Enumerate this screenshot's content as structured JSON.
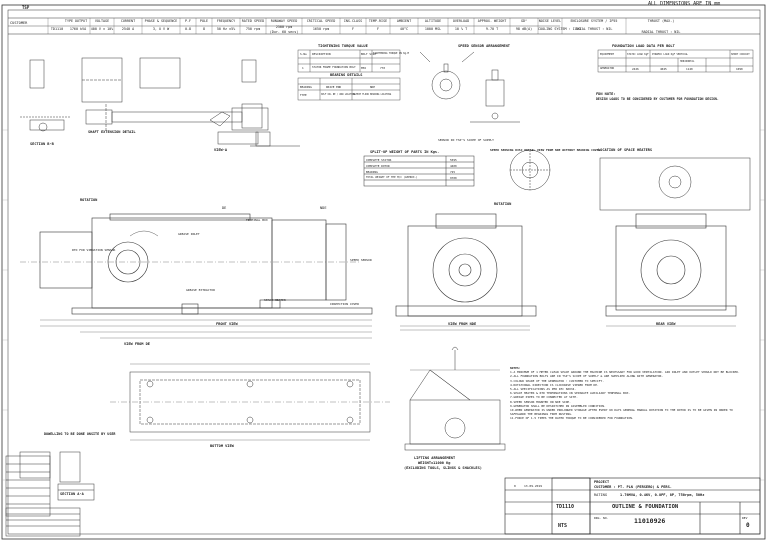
{
  "sheet": {
    "top_right_note": "ALL DIMENSIONS ARE IN mm",
    "top_left_stamp": "TSP"
  },
  "header": {
    "columns": [
      "TYPE",
      "OUTPUT",
      "VOLTAGE",
      "CURRENT",
      "PHASE & SEQUENCE",
      "P.F",
      "POLE",
      "FREQUENCY",
      "RATED SPEED",
      "RUNAWAY SPEED",
      "CRITICAL SPEED",
      "INS.CLASS",
      "TEMP.RISE",
      "AMBIENT",
      "ALTITUDE",
      "OVERLOAD",
      "APPROX. WEIGHT",
      "GD²",
      "NOISE LEVEL",
      "ENCLOSURE SYSTEM / IP55",
      "THRUST (MAX.)"
    ],
    "values": [
      "TD1110",
      "1760 kVA",
      "400 V ± 10%",
      "2540 A",
      "3, U V W",
      "0.8",
      "8",
      "50 Hz ±5%",
      "750 rpm",
      "2500 rpm",
      "1650 rpm",
      "F",
      "F",
      "40°C",
      "1000 MSL",
      "10 % T",
      "9.70 T",
      "98 dB(A)",
      "COOLING SYSTEM : IC01",
      "AXIAL THRUST : NIL"
    ],
    "row_label": "CUSTOMER",
    "runaway_note": "(Dur. 60 secs)",
    "thrust_extra": "RADIAL THRUST : NIL"
  },
  "tables": {
    "tightening": {
      "title": "TIGHTENING TORQUE VALUE",
      "rows": [
        [
          "S.No",
          "DESCRIPTION",
          "BOLT SIZE",
          "TIGHTENING TORQUE IN Kg-M"
        ],
        [
          "1",
          "STATOR FRAME FOUNDATION BOLT",
          "M36",
          "770"
        ]
      ]
    },
    "bearing": {
      "title": "BEARING DETAILS",
      "rows": [
        [
          "BEARING",
          "DRIVE END",
          "NDE"
        ],
        [
          "TYPE",
          "SELF OIL RE / WOW LOCATING",
          "SLEEVE FLOOR BEARING LOCATING"
        ]
      ]
    },
    "split": {
      "title": "SPLIT-UP WEIGHT OF PARTS IN Kgs.",
      "rows": [
        [
          "COMPLETE STATOR",
          "5595"
        ],
        [
          "COMPLETE ROTOR",
          "4400"
        ],
        [
          "BEARING",
          "725"
        ],
        [
          "TOTAL WEIGHT OF THE M/C (APPROX.)",
          "9700"
        ]
      ]
    },
    "foundation": {
      "title": "FOUNDATION LOAD DATA PER BOLT",
      "cols": [
        "EQUIPMENT",
        "STATIC LOAD KgF",
        "DYNAMIC LOAD KgF VERTICAL",
        "HORIZONTAL",
        "SHORT CIRCUIT"
      ],
      "row": [
        "GENERATOR",
        "2426",
        "4045",
        "1140",
        "1090"
      ]
    }
  },
  "labels": {
    "speed_arr": "SPEED SENSOR ARRANGEMENT",
    "speed_detail": "SPEED SENSING DISC DETAIL VIEW FROM NDE WITHOUT BEARING COVER",
    "location": "LOCATION OF SPACE HEATERS",
    "fdn_note_title": "FDN NOTE:",
    "fdn_note": "DESIGN LOADS TO BE CONSIDERED BY CUSTOMER FOR FOUNDATION DESIGN.",
    "shaft_ext": "SHAFT EXTENSION DETAIL",
    "section_bb": "SECTION B-B",
    "view_a": "VIEW-A",
    "rotation1": "ROTATION",
    "rotation2": "ROTATION",
    "front_view": "FRONT VIEW",
    "view_from_nde": "VIEW FROM NDE",
    "rear_view": "REAR VIEW",
    "view_from_de": "VIEW FROM DE",
    "bottom_view": "BOTTOM VIEW",
    "dowel": "DOWELLING TO BE DONE ONSITE BY USER",
    "lifting_arr": "LIFTING ARRANGEMENT",
    "lifting_wt": "WEIGHT=11000 Kg",
    "lifting_excl": "(EXCLUDING TOOLS, SLINGS & SHACKLES)",
    "section_aa": "SECTION A-A",
    "sensor_scope": "SENSOR IN TSP'S SCOPE OF SUPPLY",
    "de": "DE",
    "nde": "NDE",
    "terminal_box": "TERMINAL BOX",
    "speed_sensor": "SPEED SENSOR",
    "space_heater": "SPACE HEATER",
    "inspection_cover": "INSPECTION COVER",
    "grease_inlet": "GREASE INLET",
    "grease_ext": "GREASE EXTRACTOR",
    "rtd": "RTD FOR VIBRATION SENSOR"
  },
  "notes": [
    "NOTES:",
    "1.A MINIMUM OF 1 METER CLEAR SPACE AROUND THE MACHINE IS NECESSARY FOR GOOD VENTILATION. AIR INLET AND OUTLET SHOULD NOT BE BLOCKED.",
    "2.ALL FOUNDATION BOLTS ARE IN TSP'S SCOPE OF SUPPLY & ARE SUPPLIED ALONG WITH GENERATOR.",
    "3.COLOUR SHADE OF THE GENERATOR : CUSTOMER TO SPECIFY.",
    "4.ROTATIONAL DIRECTION IS CLOCKWISE VIEWED FROM DE.",
    "5.ALL SPECIFICATIONS AS PER IEC 60034.",
    "6.SPACE HEATER & RTD TERMINATIONS IN SEPARATE AUXILIARY TERMINAL BOX.",
    "7.GREASE PIPES TO BE CONNECTED AT SITE.",
    "8.SPEED SENSOR MOUNTED ON NDE SIDE.",
    "9.GENERATOR SHALL BE DESPATCHED IN ASSEMBLED CONDITION.",
    "10.WHEN GENERATOR IS UNDER PROLONGED STORAGE AFTER EVERY 60 DAYS GENERAL MANUAL ROTATION TO THE ROTOR IS TO BE GIVEN IN ORDER TO SAFEGUARD THE BEARINGS FROM RUSTING.",
    "11.FORCE OF 1.5 TIMES THE RATED TORQUE TO BE CONSIDERED FOR FOUNDATION.",
    "12.THE MARKED HOLES ARE TO BE USED FOR ALIGNMENT."
  ],
  "titleblock": {
    "project": "PROJECT",
    "customer": "CUSTOMER : PT. PLN (PERSERO) & PERS.",
    "rating": "1.76MVA, 0.4KV, 0.8PF, 8P, 750rpm, 50Hz",
    "type": "TD1110",
    "title": "OUTLINE & FOUNDATION",
    "dwg_no": "11010926",
    "rev": "0",
    "scale": "NTS",
    "rating_label": "RATING",
    "rev_label": "REV",
    "dwg_label": "DRG. NO."
  },
  "revision": {
    "rows": [
      [
        "0",
        "13.09.2019"
      ],
      [
        "",
        ""
      ]
    ]
  }
}
